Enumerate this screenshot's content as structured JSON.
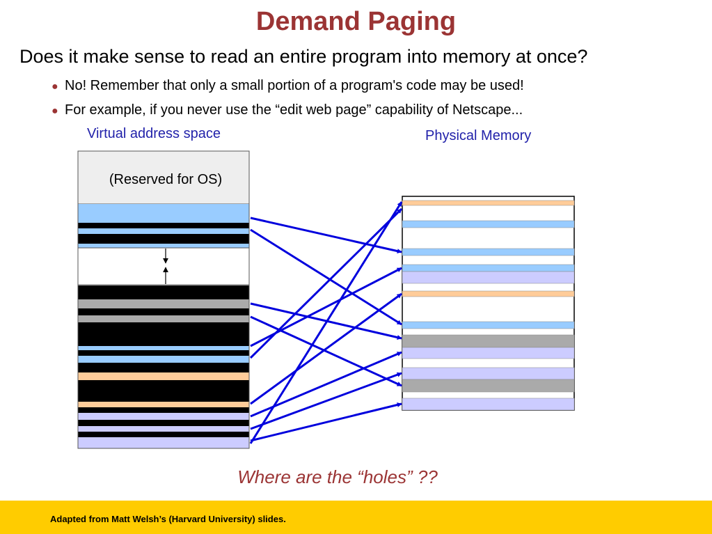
{
  "slide": {
    "title": "Demand Paging",
    "subtitle": "Does it make sense to read an entire program into memory at once?",
    "bullets": [
      "No! Remember that only a small portion of a program's code may be used!",
      "For example, if you never use the “edit web page” capability of Netscape..."
    ],
    "question": "Where are the “holes” ??",
    "footer": "Adapted from Matt Welsh’s (Harvard University) slides."
  },
  "diagram": {
    "virtual_label": "Virtual address space",
    "physical_label": "Physical Memory",
    "reserved_label": "(Reserved for OS)",
    "colors": {
      "code": "#99ccff",
      "data": "#aaaaaa",
      "heap": "#ffcc99",
      "stack": "#ccccff",
      "unmapped": "#000000",
      "free": "#ffffff",
      "arrow": "#0000dd",
      "reserved": "#eeeeee"
    }
  }
}
